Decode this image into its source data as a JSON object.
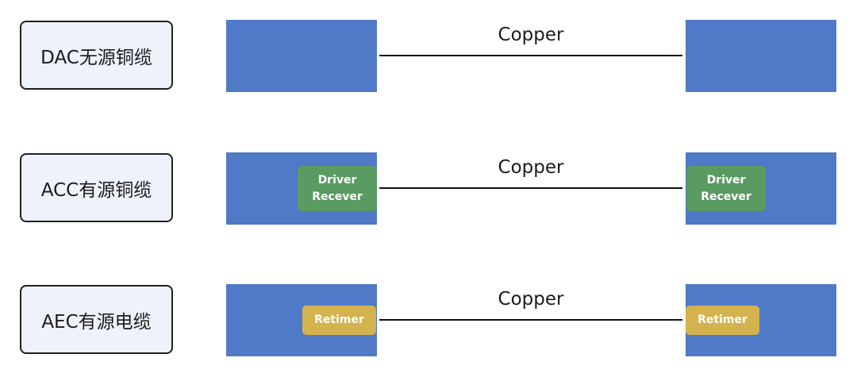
{
  "rows": [
    {
      "label": "DAC无源铜缆",
      "cable": "Copper"
    },
    {
      "label": "ACC有源铜缆",
      "cable": "Copper",
      "chip_left": "Driver\nRecever",
      "chip_right": "Driver\nRecever"
    },
    {
      "label": "AEC有源电缆",
      "cable": "Copper",
      "chip_left": "Retimer",
      "chip_right": "Retimer"
    }
  ],
  "colors": {
    "connector": "#5079c7",
    "driver_chip": "#5a9b62",
    "retimer_chip": "#d4b24d",
    "label_box_fill": "#eef2fb",
    "line": "#111111"
  }
}
